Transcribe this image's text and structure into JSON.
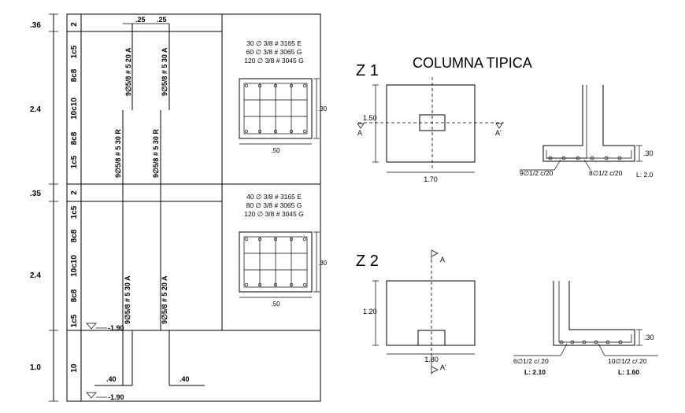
{
  "elevation": {
    "left_dims": [
      ".36",
      "2.4",
      ".35",
      "2.4",
      "1.0"
    ],
    "stirrup_labels_upper": [
      "2",
      "1c5",
      "8c8",
      "10c10",
      "8c8",
      "1c5"
    ],
    "stirrup_labels_mid": [
      "2"
    ],
    "stirrup_labels_lower": [
      "1c5",
      "8c8",
      "10c10",
      "8c8",
      "1c5"
    ],
    "stirrup_labels_footing": [
      "10"
    ],
    "top_offsets": [
      ".25",
      ".25"
    ],
    "rebar_upper_left_a": "9∅5/8 # 5 20 A",
    "rebar_upper_right_a": "9∅5/8 # 5 30 A",
    "rebar_upper_left_r": "9∅5/8 # 5 30 R",
    "rebar_upper_right_r": "9∅5/8 # 5 30 R",
    "rebar_lower_left": "9∅5/8 # 5 30 A",
    "rebar_lower_right": "9∅5/8 # 5 20 A",
    "level_1": "-1.90",
    "level_2": "-1.90",
    "hook_left": ".40",
    "hook_right": ".40"
  },
  "section_upper": {
    "notes": [
      "30 ∅ 3/8 # 3165 E",
      "60 ∅ 3/8 # 3065 G",
      "120 ∅ 3/8 # 3045 G"
    ],
    "width": ".50",
    "height": ".30"
  },
  "section_lower": {
    "notes": [
      "40 ∅ 3/8 # 3165 E",
      "80 ∅ 3/8 # 3065 G",
      "120 ∅ 3/8 # 3045 G"
    ],
    "width": ".50",
    "height": ".30"
  },
  "title": "COLUMNA TIPICA",
  "z1": {
    "label": "Z 1",
    "plan_height": "1.50",
    "plan_width": "1.70",
    "cut_left": "A",
    "cut_right": "A'",
    "section_height": ".30",
    "bar_left": "9∅1/2 c/20",
    "bar_right": "8∅1/2 c/20",
    "length": "L: 2.0"
  },
  "z2": {
    "label": "Z 2",
    "plan_height": "1.20",
    "plan_width": "1.80",
    "cut_top": "A",
    "cut_bottom": "A'",
    "section_height": ".30",
    "bar_left": "6∅1/2 c/.20",
    "bar_right": "10∅1/2 c/.20",
    "length_left": "L: 2.10",
    "length_right": "L: 1.60"
  }
}
